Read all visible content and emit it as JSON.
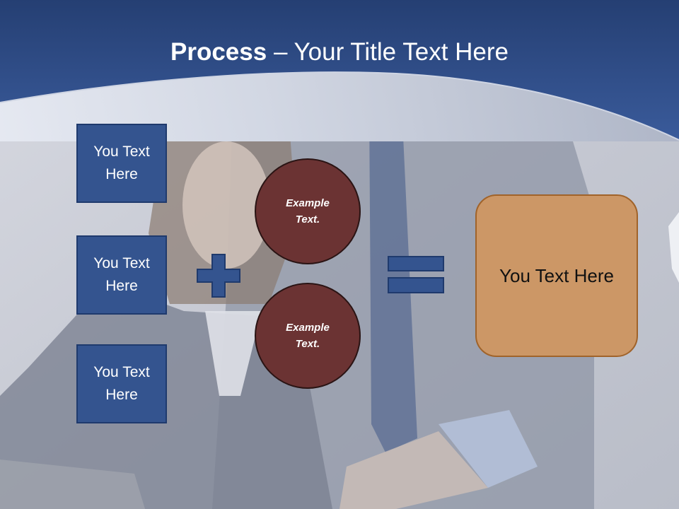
{
  "slide": {
    "title_bold": "Process",
    "title_rest": " – Your Title Text Here",
    "left_boxes": [
      {
        "label": "You Text Here"
      },
      {
        "label": "You Text Here"
      },
      {
        "label": "You Text Here"
      }
    ],
    "circles": [
      {
        "label": "Example Text."
      },
      {
        "label": "Example Text."
      }
    ],
    "result_box": {
      "label": "You Text Here"
    }
  },
  "colors": {
    "header_blue": "#2f4f8c",
    "box_blue": "#34548f",
    "circle_maroon": "#6b3333",
    "result_orange": "#cc9766"
  },
  "icons": [
    "plus-icon",
    "equals-icon"
  ]
}
